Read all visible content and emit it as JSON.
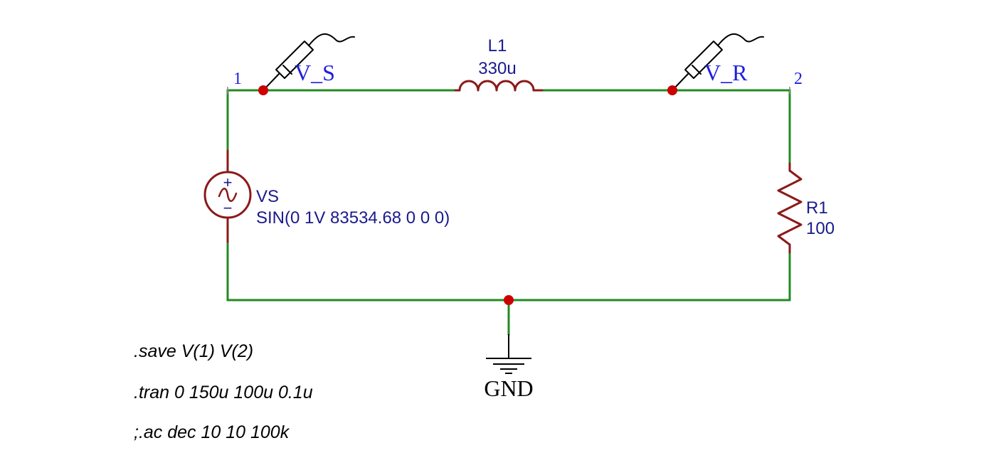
{
  "nodes": {
    "left": "1",
    "right": "2"
  },
  "probes": {
    "source": "V_S",
    "resistor": "V_R"
  },
  "components": {
    "inductor": {
      "name": "L1",
      "value": "330u"
    },
    "source": {
      "name": "VS",
      "value": "SIN(0 1V 83534.68 0 0 0)",
      "plus": "+",
      "minus": "−"
    },
    "resistor": {
      "name": "R1",
      "value": "100"
    },
    "ground": {
      "name": "GND"
    }
  },
  "directives": [
    ".save V(1) V(2)",
    ".tran 0 150u 100u 0.1u",
    ";.ac dec 10 10 100k"
  ],
  "colors": {
    "wire": "#228b22",
    "component": "#8b1a1a",
    "label": "#1a1a8c",
    "net_label": "#1f1fe0",
    "junction": "#cc0000"
  }
}
